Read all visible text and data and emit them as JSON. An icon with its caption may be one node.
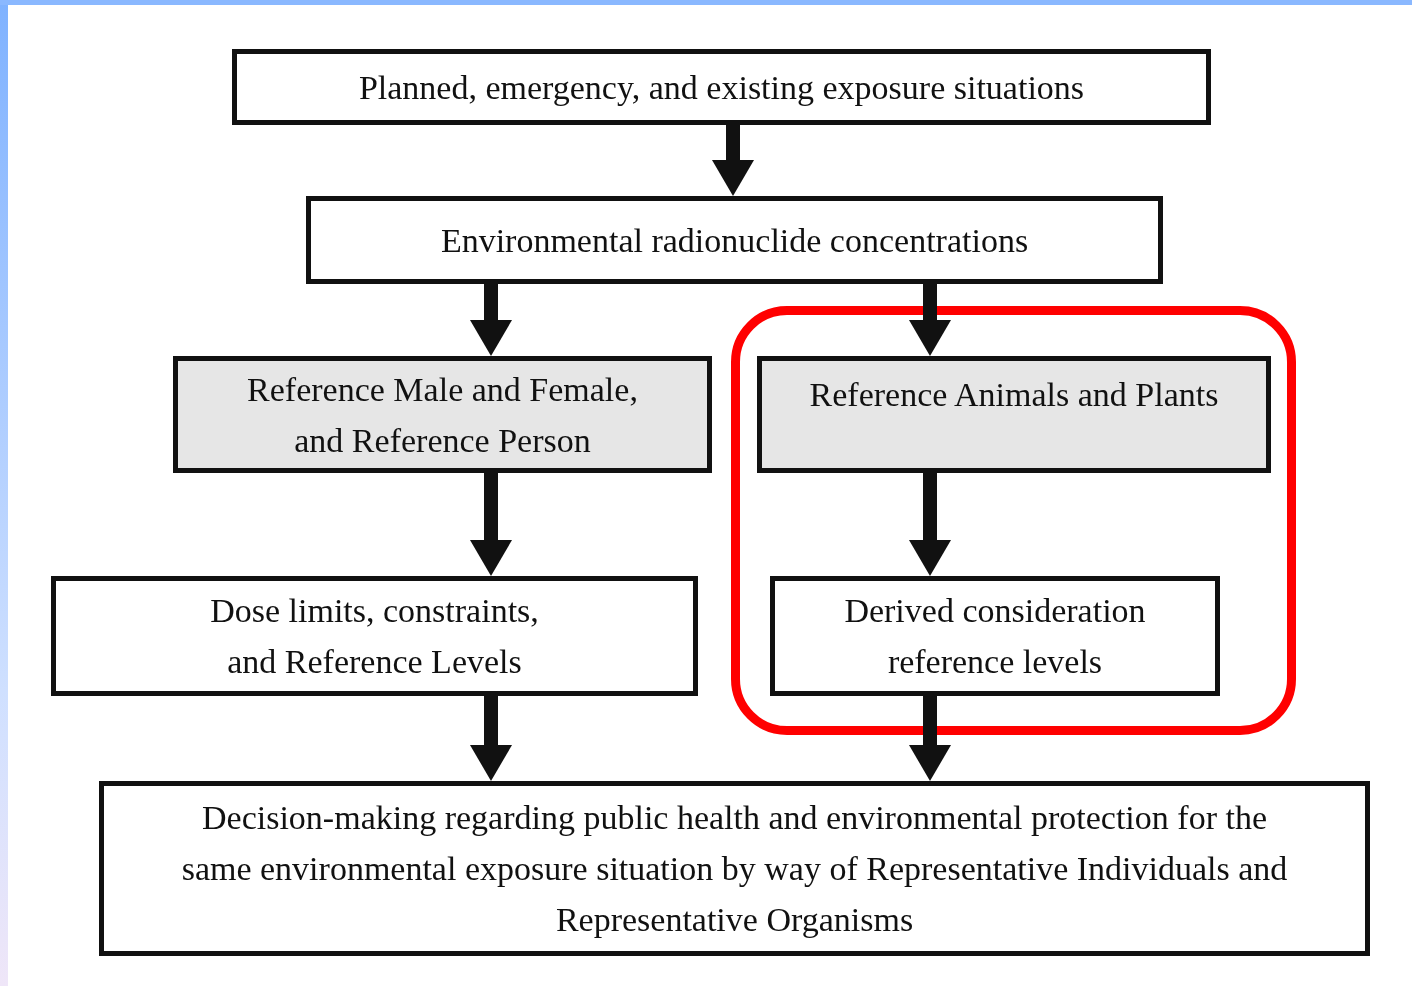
{
  "diagram": {
    "nodes": [
      {
        "text": [
          "Planned, emergency, and existing exposure situations"
        ]
      },
      {
        "text": [
          "Environmental radionuclide concentrations"
        ]
      },
      {
        "text": [
          "Reference Male and Female, and Reference Person"
        ]
      },
      {
        "text": [],
        "shape": "box"
      },
      {
        "text": [
          "Reference Animals and Plants"
        ],
        "in": 3
      },
      {
        "text": [
          "Dose limits, constraints, and Reference Levels"
        ]
      },
      {
        "text": [
          "Derived consideration reference levels"
        ],
        "in": 3
      },
      {
        "text": [
          "Decision-making regarding public health and environmental protection for the same environmental exposure situation by way of Representative Individuals and Representative Organisms"
        ]
      }
    ],
    "edges": [
      {
        "from": 0,
        "to": 1,
        "arrow": "to"
      },
      {
        "from": 1,
        "to": 2,
        "arrow": "to"
      },
      {
        "from": 1,
        "to": 4,
        "arrow": "to"
      },
      {
        "from": 2,
        "to": 5,
        "arrow": "to"
      },
      {
        "from": 4,
        "to": 6,
        "arrow": "to"
      },
      {
        "from": 5,
        "to": 7,
        "arrow": "to"
      },
      {
        "from": 6,
        "to": 7,
        "arrow": "to"
      }
    ]
  }
}
